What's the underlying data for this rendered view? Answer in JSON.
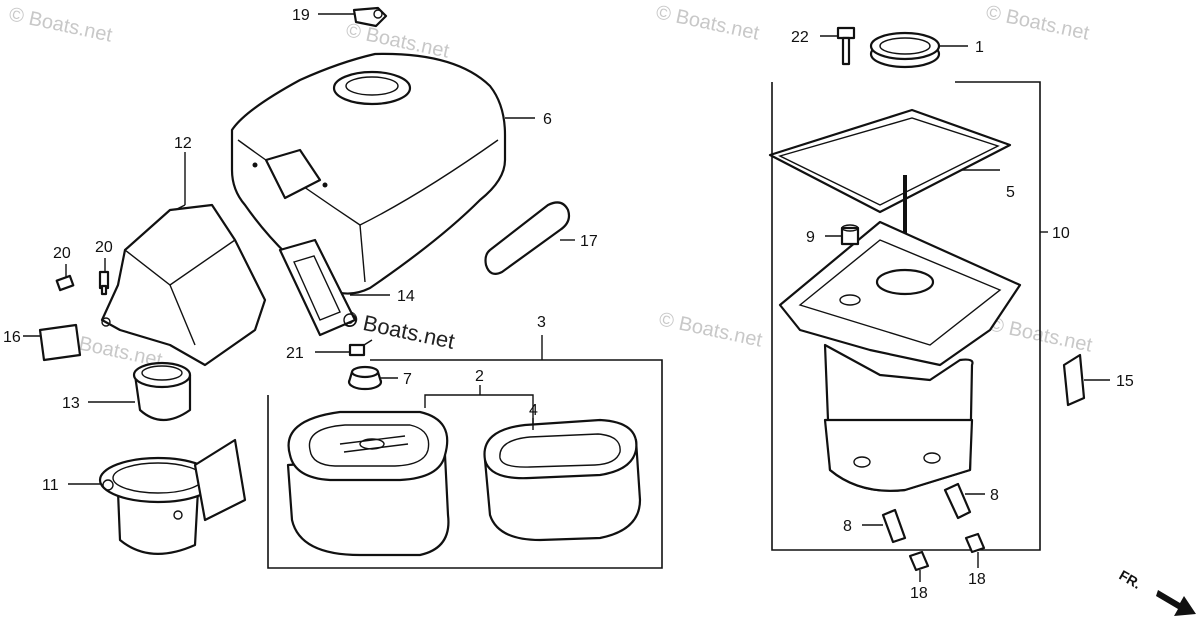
{
  "watermark": "© Boats.net",
  "inline_watermark": "© Boats.net",
  "front_marker": "FR.",
  "callouts": {
    "c1": "1",
    "c2": "2",
    "c3": "3",
    "c4": "4",
    "c5": "5",
    "c6": "6",
    "c7": "7",
    "c8a": "8",
    "c8b": "8",
    "c9": "9",
    "c10": "10",
    "c11": "11",
    "c12": "12",
    "c13": "13",
    "c14": "14",
    "c15": "15",
    "c16": "16",
    "c17": "17",
    "c18a": "18",
    "c18b": "18",
    "c19": "19",
    "c20a": "20",
    "c20b": "20",
    "c21": "21",
    "c22": "22"
  }
}
